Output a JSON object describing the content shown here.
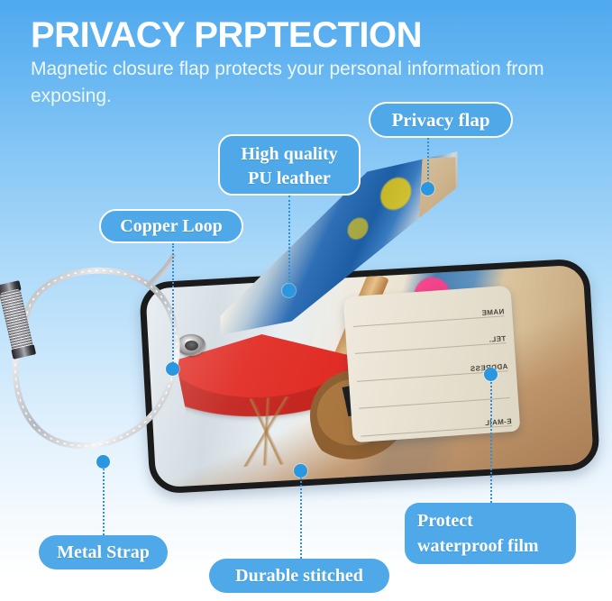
{
  "header": {
    "title": "PRIVACY PRPTECTION",
    "subtitle": "Magnetic closure flap protects your personal information from exposing."
  },
  "theme": {
    "badge_fill": "#4fa8e8",
    "badge_border": "#ffffff",
    "badge_text": "#ffffff",
    "connector": "#2f8fd8",
    "dot": "#2a97e0",
    "background_top": "#4fa9ee",
    "background_bottom": "#ffffff",
    "title_text": "#ffffff",
    "subtitle_text": "#eef7fe"
  },
  "callouts": [
    {
      "id": "privacy-flap",
      "lines": [
        "Privacy flap"
      ],
      "outlined": true,
      "shape": "pill"
    },
    {
      "id": "pu-leather",
      "lines": [
        "High quality",
        "PU leather"
      ],
      "outlined": true,
      "shape": "rect"
    },
    {
      "id": "copper-loop",
      "lines": [
        "Copper Loop"
      ],
      "outlined": true,
      "shape": "pill"
    },
    {
      "id": "metal-strap",
      "lines": [
        "Metal Strap"
      ],
      "outlined": false,
      "shape": "pill"
    },
    {
      "id": "durable-stitched",
      "lines": [
        "Durable stitched"
      ],
      "outlined": false,
      "shape": "pill"
    },
    {
      "id": "waterproof-film",
      "lines": [
        "Protect",
        "waterproof film"
      ],
      "outlined": false,
      "shape": "rect"
    }
  ],
  "info_card": {
    "note": "Contact card fields shown mirrored on the tag insert",
    "fields": [
      "NAME",
      "TEL.",
      "ADDRESS",
      "",
      "E-MAIL"
    ]
  },
  "product": {
    "artwork_description": "Beach scene with dog wearing sunglasses, red umbrella and lei flowers",
    "parts": [
      "magnetic-privacy-flap",
      "pu-leather-body",
      "copper-grommet-loop",
      "stainless-steel-cable-strap",
      "waterproof-film-window",
      "stitched-edge"
    ]
  }
}
